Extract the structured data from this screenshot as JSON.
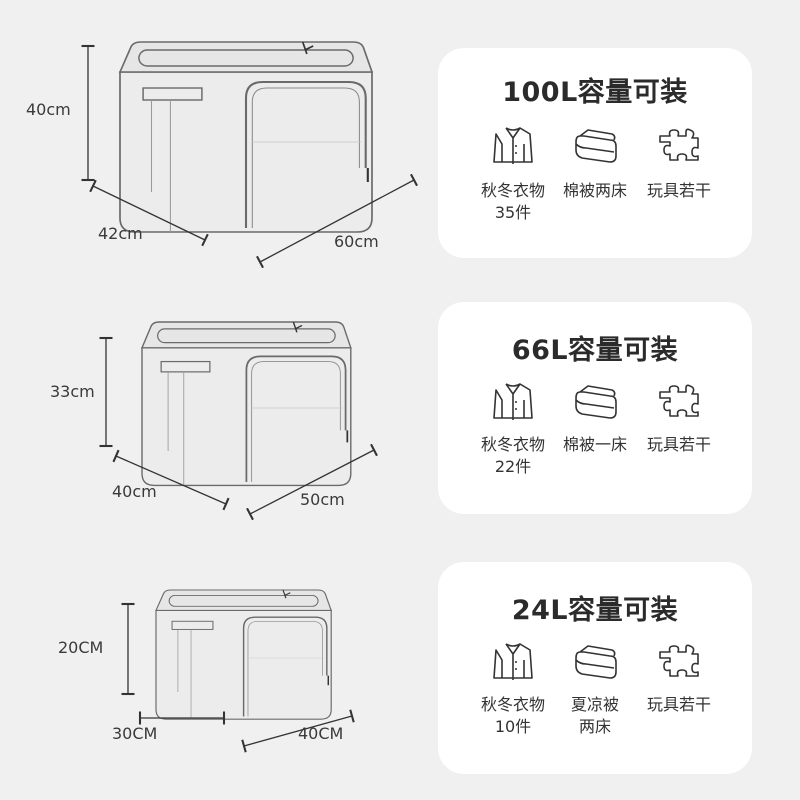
{
  "sections": [
    {
      "height_label": "40cm",
      "depth_label": "42cm",
      "width_label": "60cm",
      "capacity_title": "100L容量可装",
      "items": [
        {
          "icon": "jacket-icon",
          "lines": [
            "秋冬衣物",
            "35件"
          ]
        },
        {
          "icon": "folded-quilt-icon",
          "lines": [
            "棉被两床"
          ]
        },
        {
          "icon": "puzzle-icon",
          "lines": [
            "玩具若干"
          ]
        }
      ]
    },
    {
      "height_label": "33cm",
      "depth_label": "40cm",
      "width_label": "50cm",
      "capacity_title": "66L容量可装",
      "items": [
        {
          "icon": "jacket-icon",
          "lines": [
            "秋冬衣物",
            "22件"
          ]
        },
        {
          "icon": "folded-quilt-icon",
          "lines": [
            "棉被一床"
          ]
        },
        {
          "icon": "puzzle-icon",
          "lines": [
            "玩具若干"
          ]
        }
      ]
    },
    {
      "height_label": "20CM",
      "depth_label": "30CM",
      "width_label": "40CM",
      "capacity_title": "24L容量可装",
      "items": [
        {
          "icon": "jacket-icon",
          "lines": [
            "秋冬衣物",
            "10件"
          ]
        },
        {
          "icon": "folded-quilt-icon",
          "lines": [
            "夏凉被",
            "两床"
          ]
        },
        {
          "icon": "puzzle-icon",
          "lines": [
            "玩具若干"
          ]
        }
      ]
    }
  ],
  "colors": {
    "background": "#f0f0f0",
    "card": "#ffffff",
    "outline": "#555555",
    "dimension_line": "#333333"
  }
}
